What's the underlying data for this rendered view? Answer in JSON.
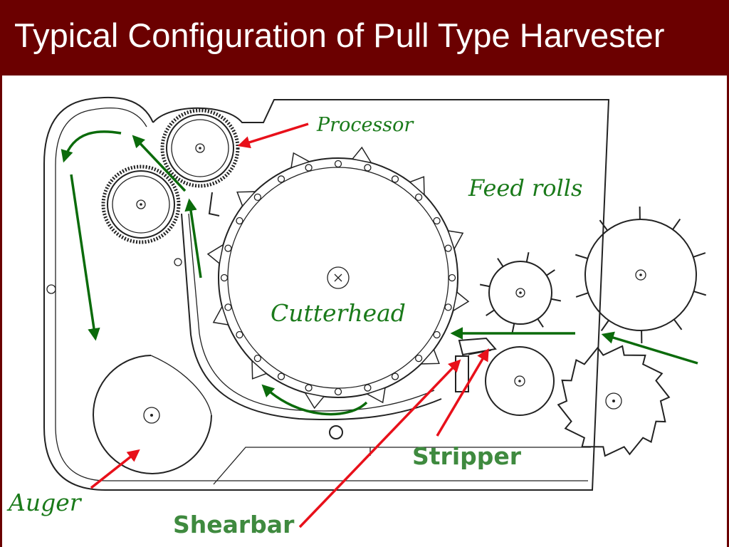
{
  "slide": {
    "title": "Typical Configuration of Pull Type Harvester",
    "colors": {
      "title_bar": "#6b0000",
      "title_text": "#ffffff",
      "label_green": "#1a7a1a",
      "arrow_red": "#e8101a",
      "flow_arrow_green": "#0b6b0b"
    }
  },
  "labels": {
    "processor": "Processor",
    "feed_rolls": "Feed rolls",
    "cutterhead": "Cutterhead",
    "stripper": "Stripper",
    "auger": "Auger",
    "shearbar": "Shearbar"
  }
}
